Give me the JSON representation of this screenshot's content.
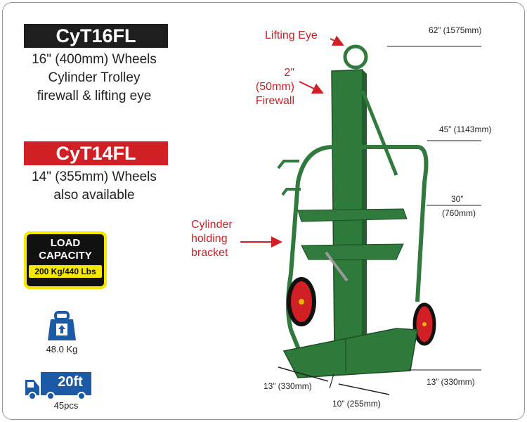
{
  "models": {
    "primary": {
      "name": "CyT16FL",
      "lines": [
        "16\" (400mm) Wheels",
        "Cylinder Trolley",
        "firewall & lifting eye"
      ]
    },
    "secondary": {
      "name": "CyT14FL",
      "lines": [
        "14\" (355mm) Wheels",
        "also available"
      ]
    }
  },
  "load_badge": {
    "line1": "LOAD",
    "line2": "CAPACITY",
    "value": "200 Kg/440 Lbs"
  },
  "weight": {
    "icon": "weight-icon",
    "value": "48.0 Kg"
  },
  "shipping": {
    "icon": "truck-icon",
    "container": "20ft",
    "quantity": "45pcs"
  },
  "callouts": {
    "lifting_eye": "Lifting Eye",
    "firewall": "2\" (50mm)\nFirewall",
    "bracket": "Cylinder\nholding\nbracket"
  },
  "dimensions": {
    "h_total": "62” (1575mm)",
    "h_firewall": "45” (1143mm)",
    "h_mid_1": "30”",
    "h_mid_2": "(760mm)",
    "h_base": "13” (330mm)",
    "w_left": "13” (330mm)",
    "w_right": "10” (255mm)"
  },
  "colors": {
    "trolley_green": "#2f7a3c",
    "accent_red": "#d01f25",
    "badge_yellow": "#f4e800",
    "truck_blue": "#1c5aa6"
  }
}
